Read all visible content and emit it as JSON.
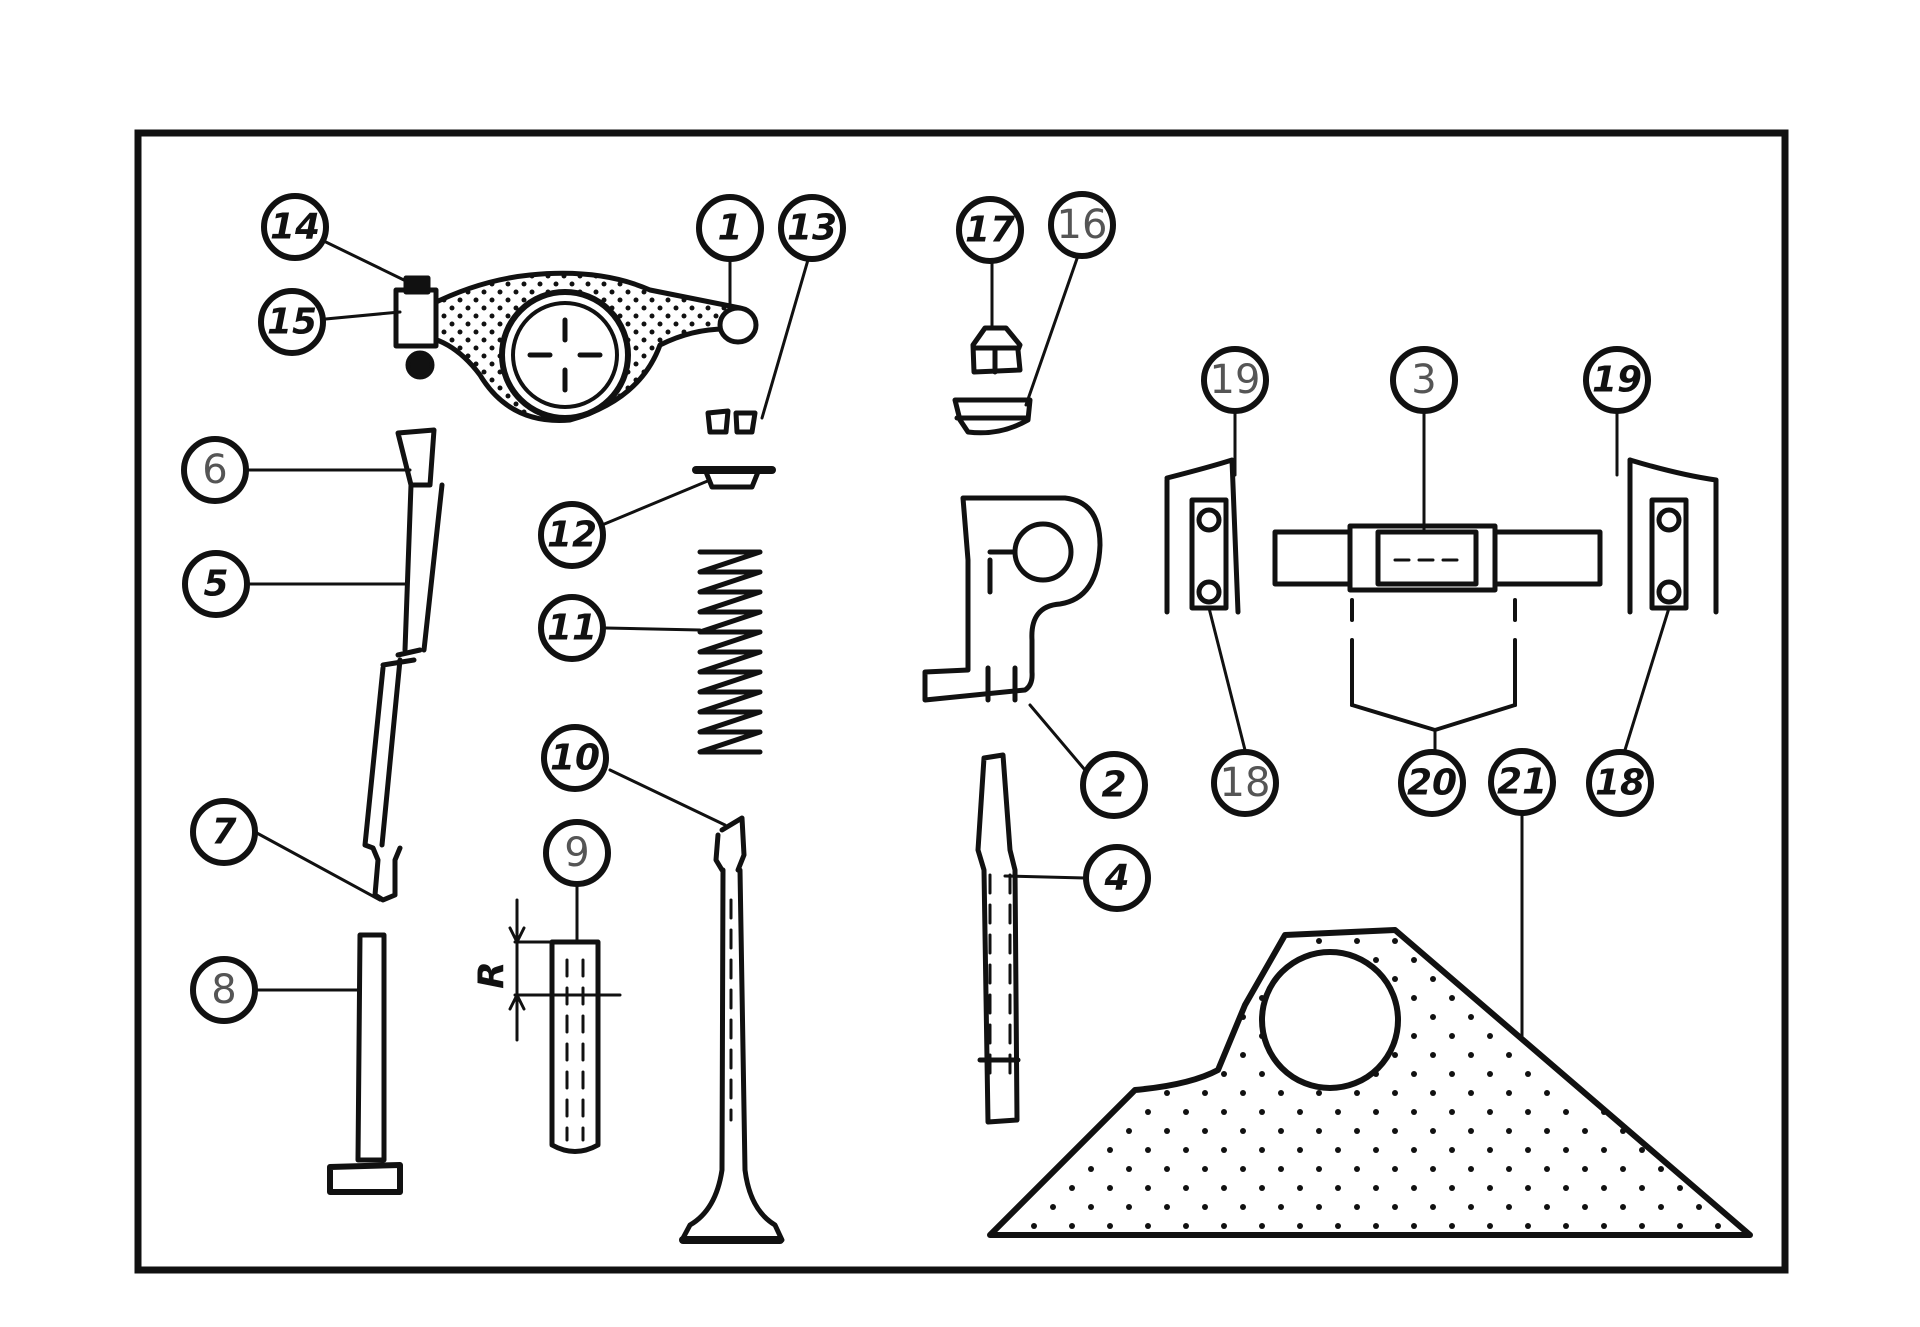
{
  "labels": {
    "l1": "1",
    "l2": "2",
    "l3": "3",
    "l4": "4",
    "l5": "5",
    "l6": "6",
    "l7": "7",
    "l8": "8",
    "l9": "9",
    "l10": "10",
    "l11": "11",
    "l12": "12",
    "l13": "13",
    "l14": "14",
    "l15": "15",
    "l16": "16",
    "l17": "17",
    "l18a": "18",
    "l18b": "18",
    "l19a": "19",
    "l19b": "19",
    "l20": "20",
    "l21": "21"
  },
  "dimension_mark": "R",
  "colors": {
    "ink": "#111111",
    "paper": "#ffffff",
    "handwritten": "#555555"
  }
}
